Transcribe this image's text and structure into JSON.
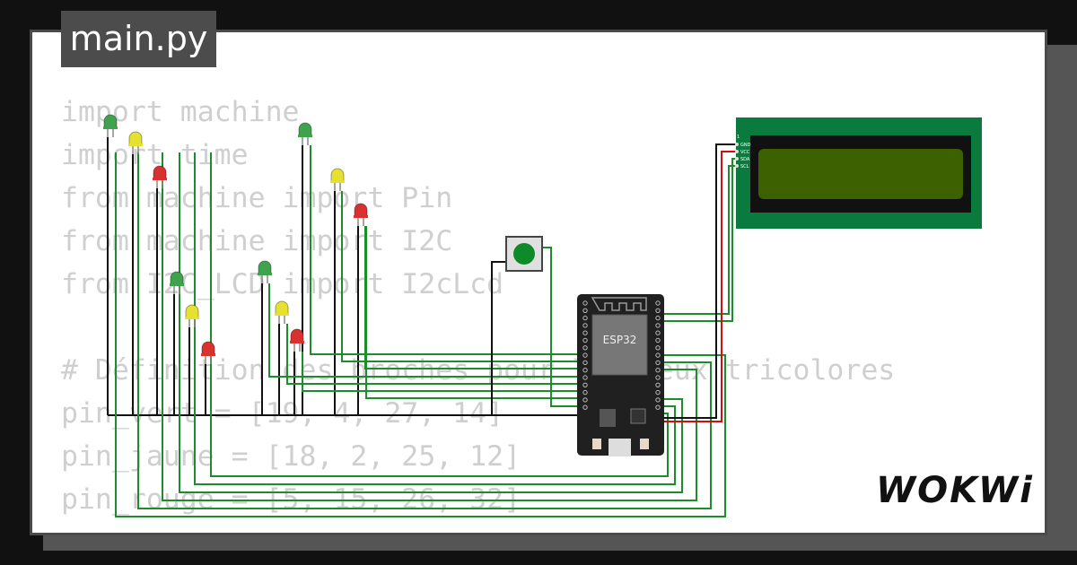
{
  "file_tab": {
    "label": "main.py"
  },
  "code": {
    "lines": [
      "import machine",
      "import time",
      "from machine import Pin",
      "from machine import I2C",
      "from I2C_LCD import I2cLcd",
      "",
      "# Définition des broches pour les feux tricolores",
      "pin_vert = [19, 4, 27, 14]",
      "pin_jaune = [18, 2, 25, 12]",
      "pin_rouge = [5, 15, 26, 32]"
    ]
  },
  "circuit": {
    "esp32_label": "ESP32",
    "lcd_pins": [
      "GND",
      "VCC",
      "SDA",
      "SCL"
    ],
    "lcd_pin1": "1",
    "colors": {
      "led_green": "#3fa34d",
      "led_yellow": "#e6e030",
      "led_red": "#d93030",
      "wire_green": "#1d8c2a",
      "wire_black": "#111111",
      "wire_red": "#d01010",
      "pcb_green": "#0a7a3f",
      "lcd_screen": "#3d6100",
      "board": "#202020",
      "button_cap": "#0f8a2a"
    }
  },
  "brand": {
    "logo_text": "WOKWi"
  }
}
